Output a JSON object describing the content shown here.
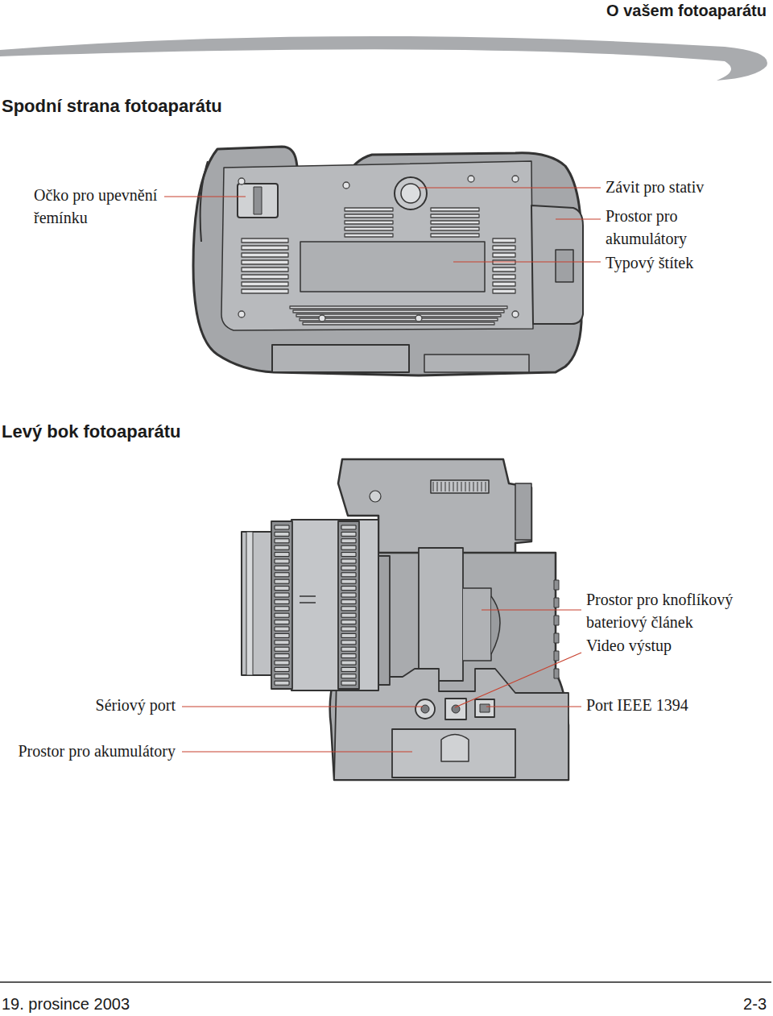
{
  "diagram": {
    "labels": [
      "O vašem fotoaparátu",
      "Spodní strana fotoaparátu",
      "Očko pro upevnění řemínku",
      "Závit pro stativ",
      "Prostor pro akumulátory",
      "Typový štítek",
      "Levý bok fotoaparátu",
      "Prostor pro knoflíkový bateriový článek",
      "Video výstup",
      "Sériový port",
      "Port IEEE 1394",
      "Prostor pro akumulátory",
      "19. prosince 2003",
      "2-3"
    ]
  }
}
